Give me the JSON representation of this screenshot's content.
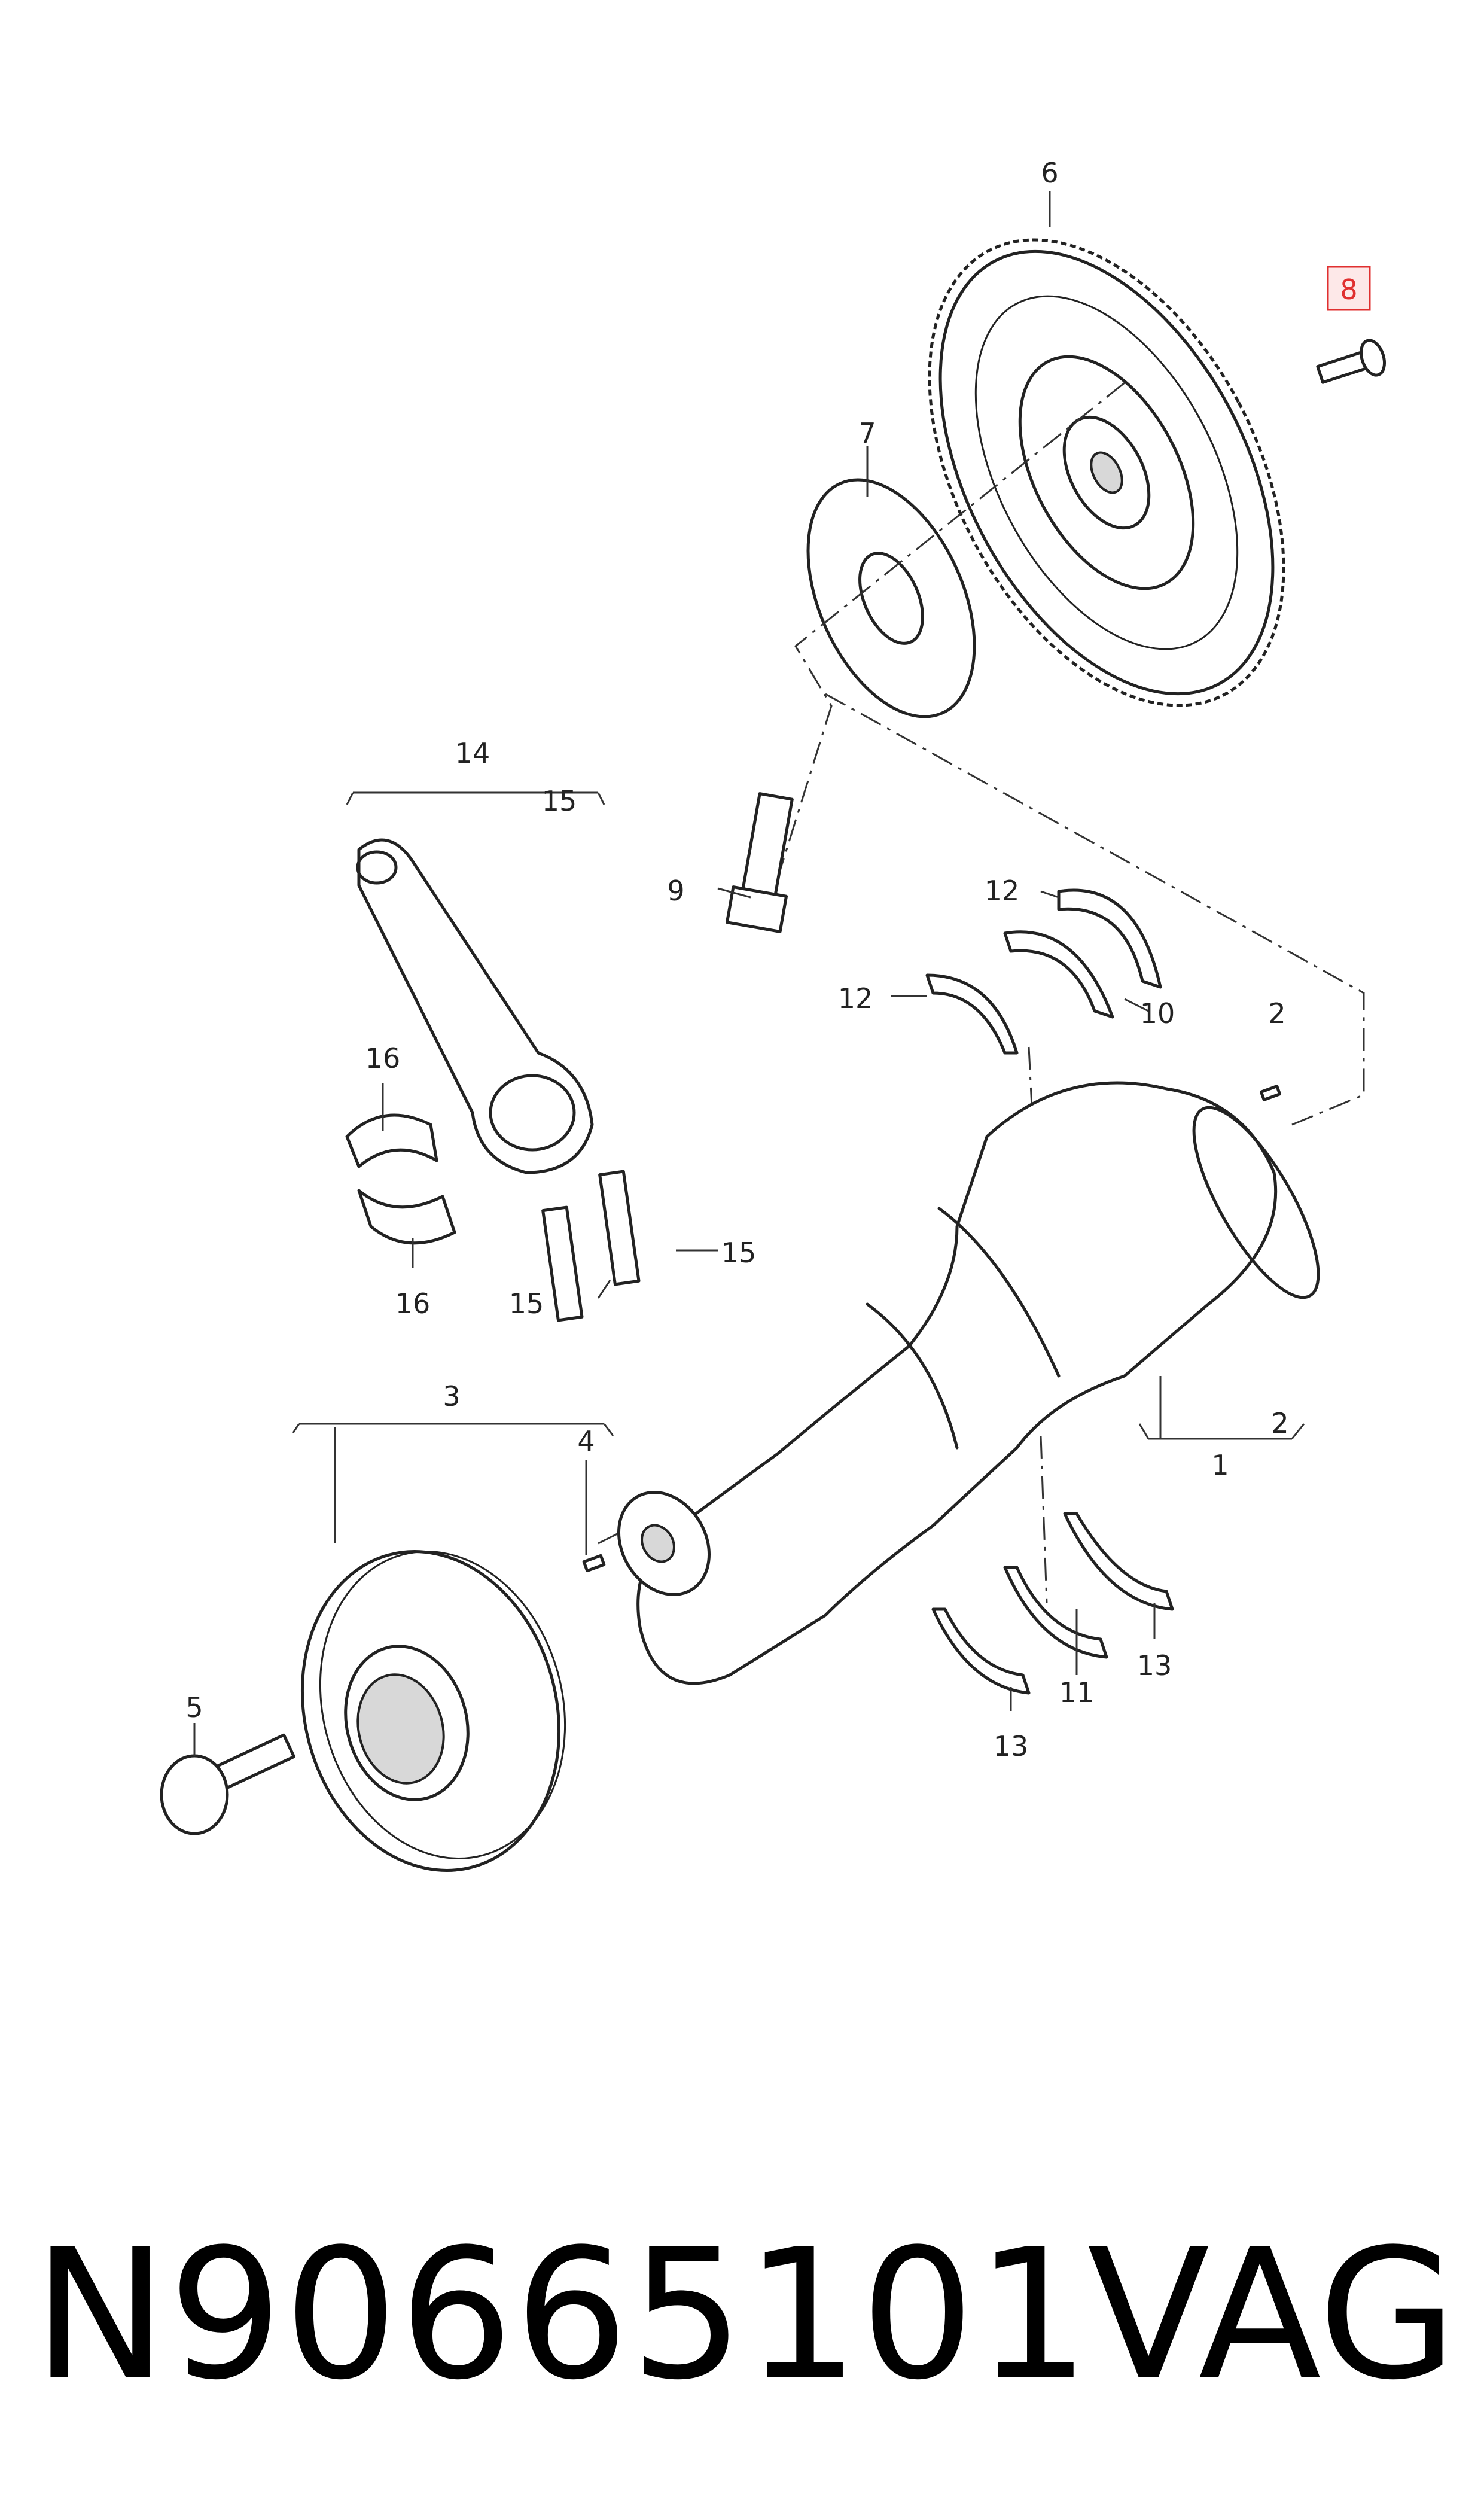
{
  "callouts": {
    "c1": "1",
    "c2a": "2",
    "c2b": "2",
    "c3": "3",
    "c4": "4",
    "c5": "5",
    "c6": "6",
    "c7": "7",
    "c8": "8",
    "c9": "9",
    "c10": "10",
    "c11": "11",
    "c12a": "12",
    "c12b": "12",
    "c13a": "13",
    "c13b": "13",
    "c14": "14",
    "c15a": "15",
    "c15b": "15",
    "c15c": "15",
    "c16a": "16",
    "c16b": "16"
  },
  "highlight_color": "#e03030",
  "footer": {
    "part_number": "N90665101",
    "brand": "VAG"
  }
}
